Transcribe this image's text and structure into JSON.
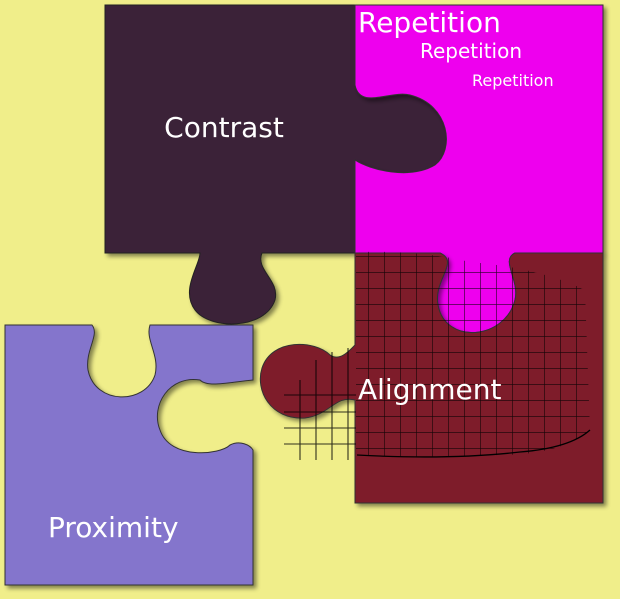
{
  "pieces": {
    "contrast": {
      "label": "Contrast",
      "color": "#3a2038"
    },
    "repetition": {
      "labels": [
        "Repetition",
        "Repetition",
        "Repetition"
      ],
      "color": "#ee00ee"
    },
    "alignment": {
      "label": "Alignment",
      "color": "#7e1f2c"
    },
    "proximity": {
      "label": "Proximity",
      "color": "#8474cc"
    }
  },
  "background_color": "#f0ee8a",
  "text_color": "#ffffff"
}
